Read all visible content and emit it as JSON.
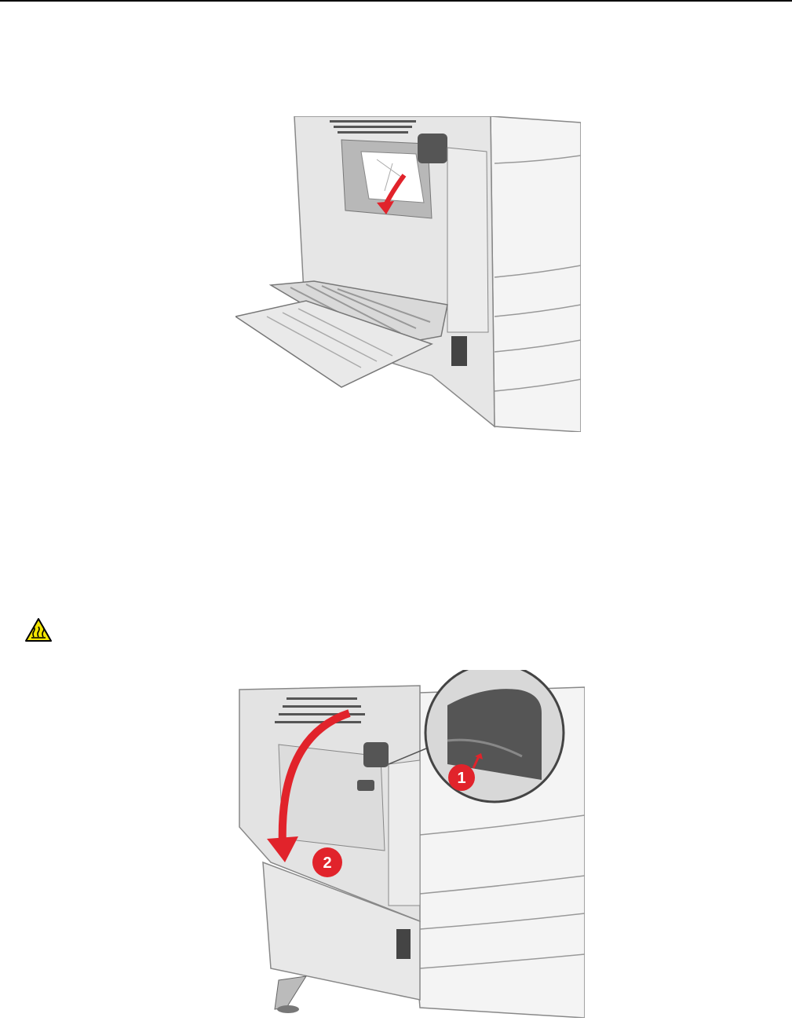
{
  "page": {
    "colors": {
      "rule": "#000000",
      "arrow": "#e1232b",
      "caution": "#f3e500"
    }
  },
  "figure1": {
    "icon": "jammed-paper-removal-illustration"
  },
  "caution_icon": {
    "icon": "hot-surface-warning-icon"
  },
  "figure2": {
    "icon": "close-door-illustration",
    "callouts": [
      "1",
      "2"
    ]
  }
}
